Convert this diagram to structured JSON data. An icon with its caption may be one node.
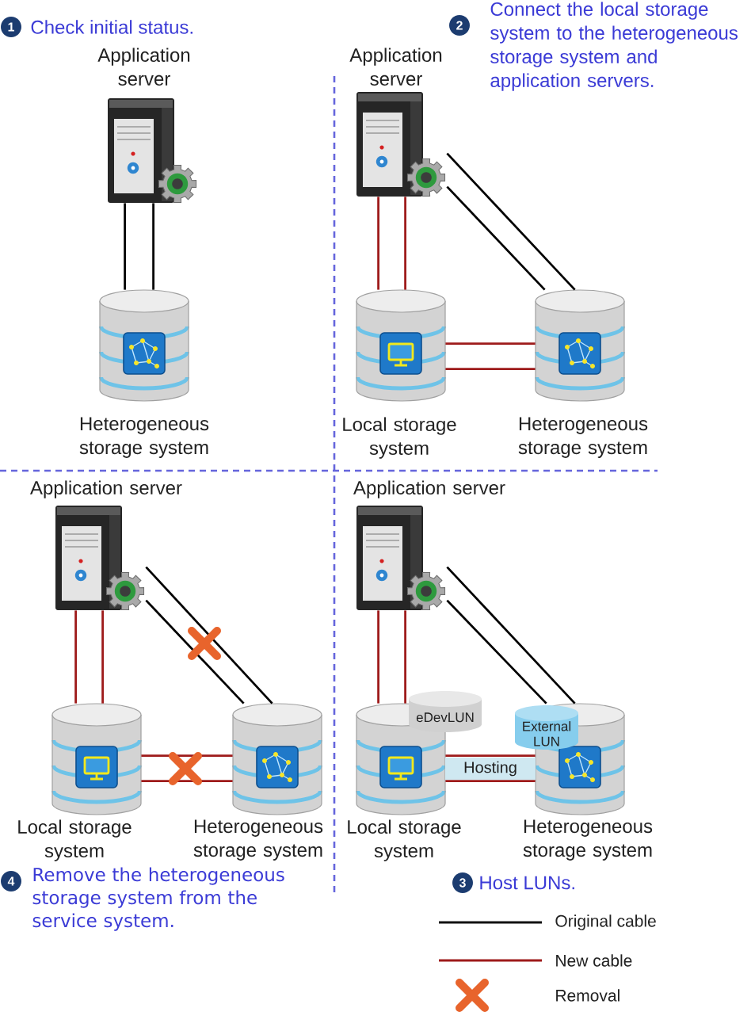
{
  "diagram": {
    "nodes": [
      {
        "text": [
          "Application server"
        ]
      },
      {
        "text": [
          "Heterogeneous storage system"
        ]
      },
      {
        "text": [
          "Application server"
        ]
      },
      {
        "text": [
          "Local storage system"
        ]
      },
      {
        "text": [
          "Heterogeneous storage system"
        ]
      },
      {
        "text": [
          "Application server"
        ]
      },
      {
        "text": [
          "Local storage system"
        ]
      },
      {
        "text": [
          "Heterogeneous storage system"
        ]
      },
      {
        "text": [
          "Application server"
        ]
      },
      {
        "text": [
          "Local storage system"
        ]
      },
      {
        "text": [
          "eDevLUN"
        ]
      },
      {
        "text": [
          "Heterogeneous storage system"
        ]
      },
      {
        "text": [
          "External LUN"
        ]
      },
      {
        "text": [
          "Hosting"
        ]
      }
    ],
    "edges": [
      {
        "from": 0,
        "to": 1,
        "arrow": "none",
        "color": "#000000"
      },
      {
        "from": 0,
        "to": 1,
        "arrow": "none",
        "color": "#000000"
      },
      {
        "from": 2,
        "to": 3,
        "arrow": "none"
      },
      {
        "from": 2,
        "to": 3,
        "arrow": "none"
      },
      {
        "from": 2,
        "to": 4,
        "arrow": "none",
        "color": "#000000"
      },
      {
        "from": 2,
        "to": 4,
        "arrow": "none",
        "color": "#000000"
      },
      {
        "from": 3,
        "to": 4,
        "arrow": "none"
      },
      {
        "from": 3,
        "to": 4,
        "arrow": "none"
      },
      {
        "from": 5,
        "to": 6,
        "arrow": "none"
      },
      {
        "from": 5,
        "to": 6,
        "arrow": "none"
      },
      {
        "from": 5,
        "to": 7,
        "arrow": "none",
        "color": "#000000"
      },
      {
        "from": 5,
        "to": 7,
        "arrow": "none",
        "color": "#000000"
      },
      {
        "from": 6,
        "to": 7,
        "arrow": "none"
      },
      {
        "from": 6,
        "to": 7,
        "arrow": "none"
      },
      {
        "from": 8,
        "to": 9,
        "arrow": "none"
      },
      {
        "from": 8,
        "to": 9,
        "arrow": "none"
      },
      {
        "from": 8,
        "to": 11,
        "arrow": "none",
        "color": "#000000"
      },
      {
        "from": 8,
        "to": 11,
        "arrow": "none",
        "color": "#000000"
      },
      {
        "from": 9,
        "to": 11,
        "arrow": "none"
      },
      {
        "from": 9,
        "to": 11,
        "arrow": "none"
      }
    ],
    "labels": [
      "1",
      "Check initial status.",
      "2",
      "Connect the local storage system to the heterogeneous storage system and application servers.",
      "4",
      "Remove the heterogeneous storage system from the service system.",
      "3",
      "Host LUNs."
    ],
    "legend": [
      {
        "text": "Original cable"
      },
      {
        "text": "New cable"
      },
      {
        "text": "Removal"
      }
    ]
  }
}
